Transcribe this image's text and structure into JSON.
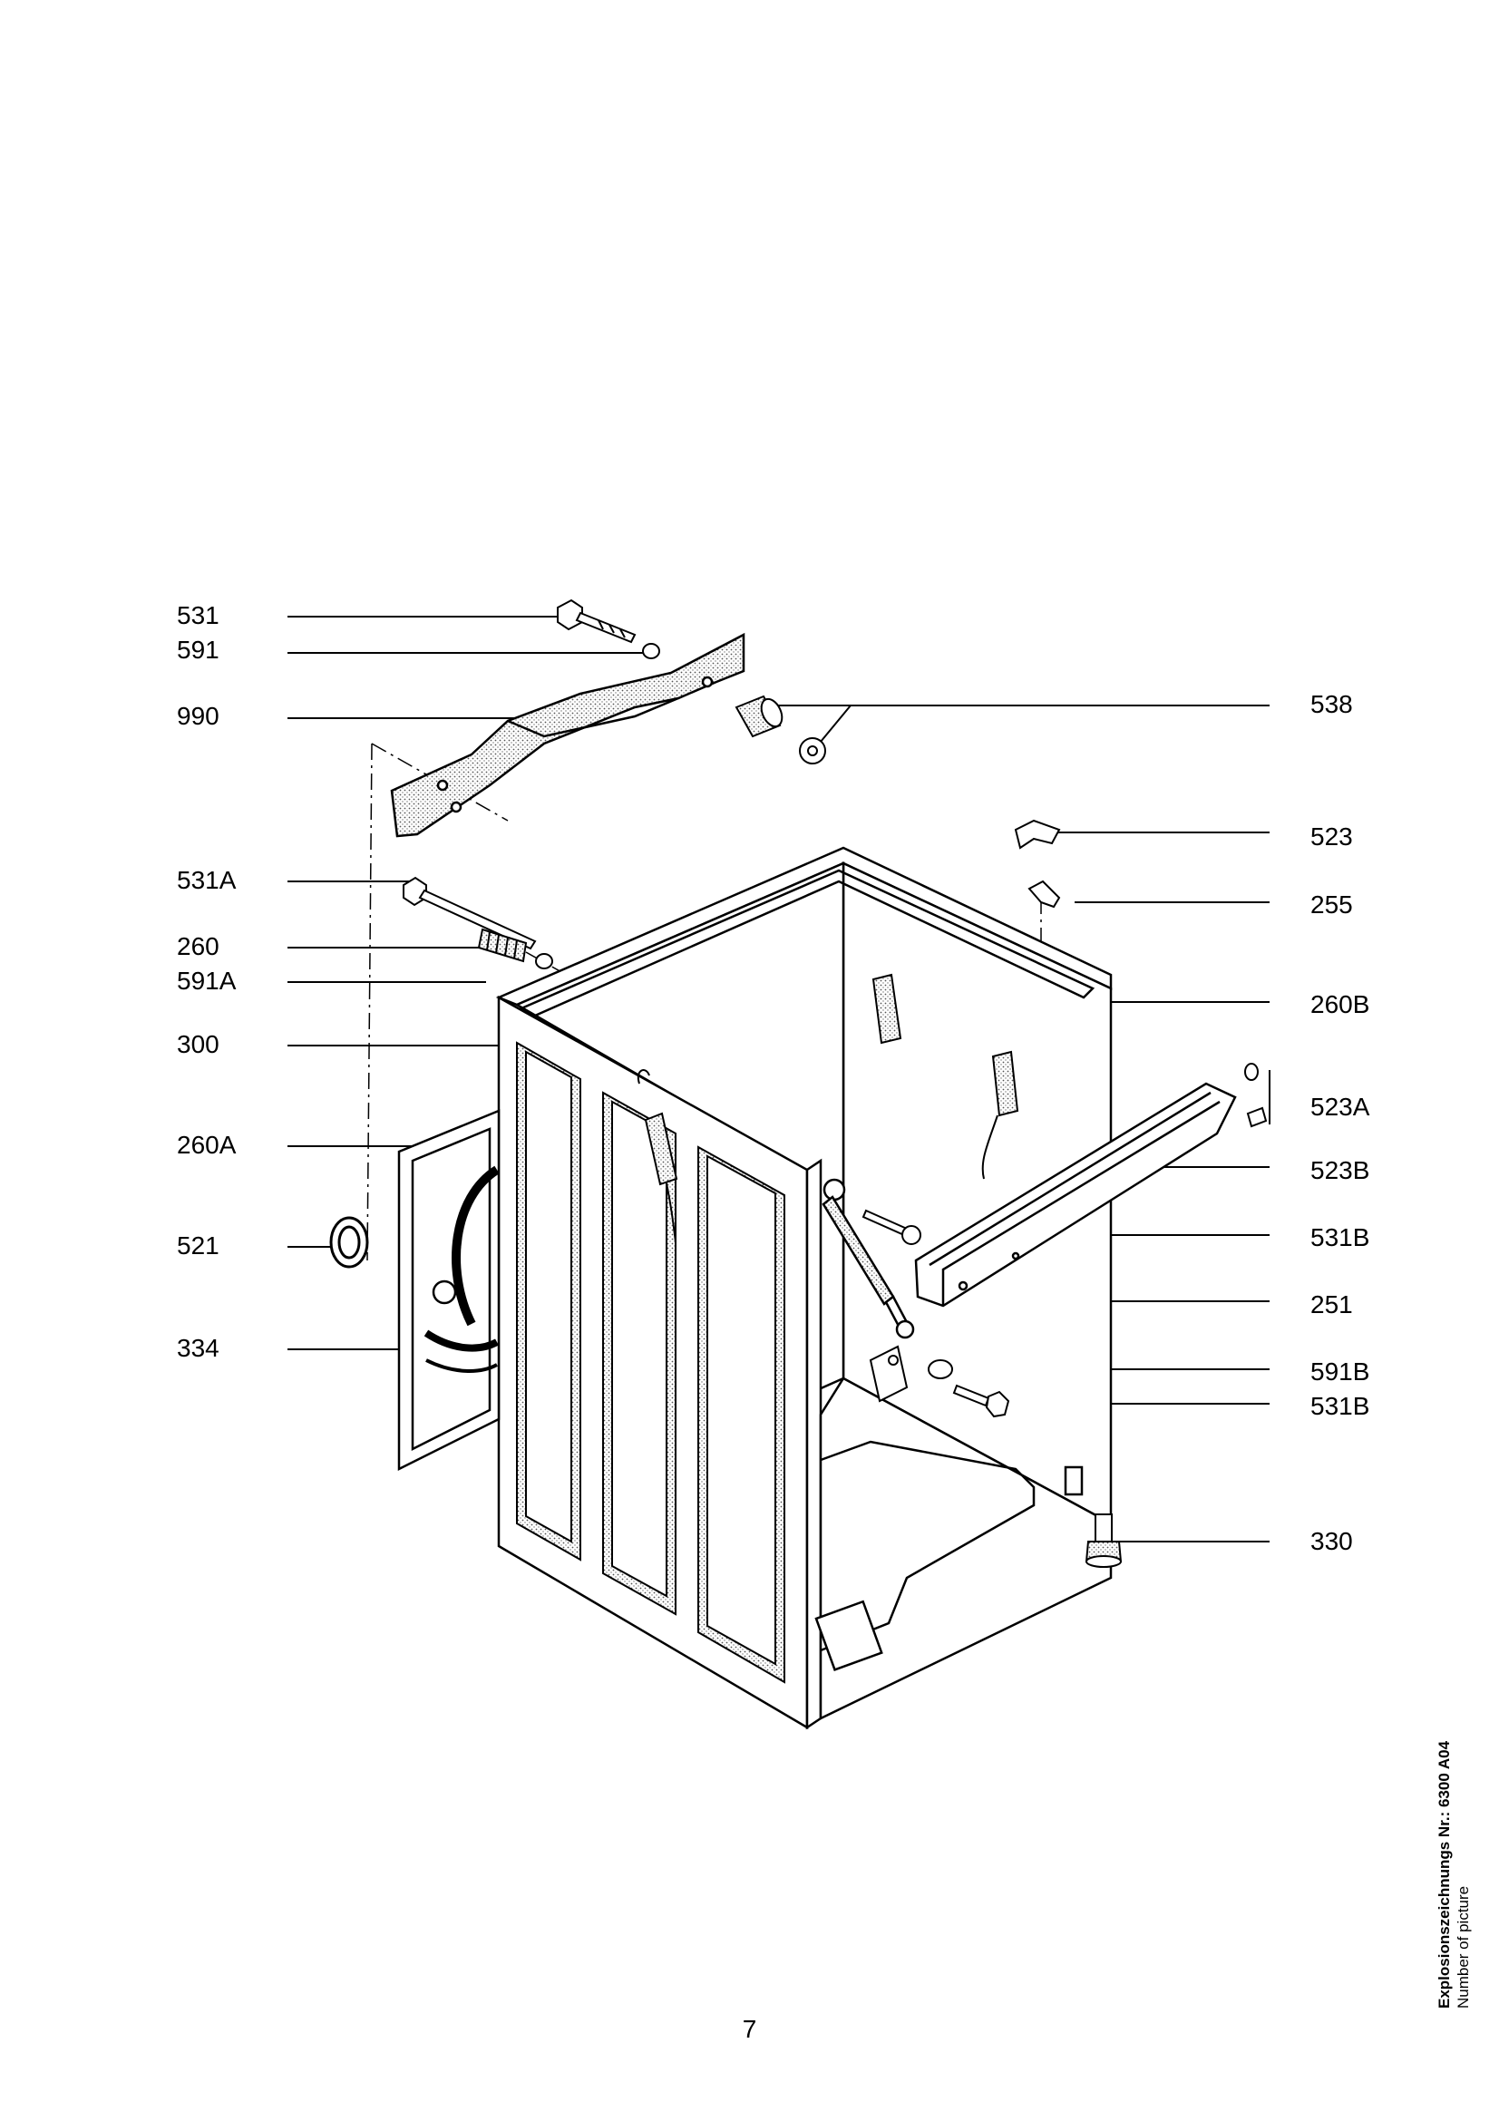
{
  "labels_left": [
    {
      "id": "531",
      "text": "531"
    },
    {
      "id": "591",
      "text": "591"
    },
    {
      "id": "990",
      "text": "990"
    },
    {
      "id": "531a",
      "text": "531A"
    },
    {
      "id": "260",
      "text": "260"
    },
    {
      "id": "591a",
      "text": "591A"
    },
    {
      "id": "300",
      "text": "300"
    },
    {
      "id": "260a",
      "text": "260A"
    },
    {
      "id": "521",
      "text": "521"
    },
    {
      "id": "334",
      "text": "334"
    }
  ],
  "labels_right": [
    {
      "id": "538",
      "text": "538"
    },
    {
      "id": "523",
      "text": "523"
    },
    {
      "id": "255",
      "text": "255"
    },
    {
      "id": "260b",
      "text": "260B"
    },
    {
      "id": "523a",
      "text": "523A"
    },
    {
      "id": "523b",
      "text": "523B"
    },
    {
      "id": "531b-upper",
      "text": "531B"
    },
    {
      "id": "251",
      "text": "251"
    },
    {
      "id": "591b",
      "text": "591B"
    },
    {
      "id": "531b-lower",
      "text": "531B"
    },
    {
      "id": "330",
      "text": "330"
    }
  ],
  "page_number": "7",
  "side_caption": {
    "line1": "Explosionszeichnungs Nr.: 6300 A04",
    "line2": "Number of picture"
  }
}
